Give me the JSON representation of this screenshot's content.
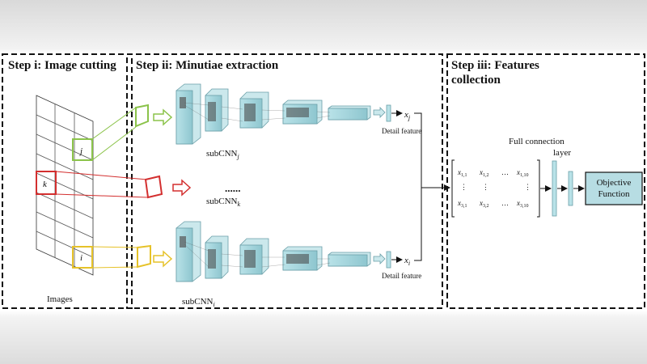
{
  "steps": [
    {
      "title": "Step i: Image cutting"
    },
    {
      "title": "Step ii: Minutiae extraction"
    },
    {
      "title_line1": "Step iii: Features",
      "title_line2": "collection"
    }
  ],
  "image_grid": {
    "label": "Images",
    "patches": [
      {
        "letter": "j",
        "color": "#8bc34a"
      },
      {
        "letter": "k",
        "color": "#d32f2f"
      },
      {
        "letter": "i",
        "color": "#e6c229"
      }
    ]
  },
  "subcnns": [
    {
      "name": "subCNN",
      "sub": "j",
      "feature_var": "x",
      "feature_sub": "j",
      "feature_label": "Detail feature"
    },
    {
      "name": "subCNN",
      "sub": "k",
      "ellipsis": "......"
    },
    {
      "name": "subCNN",
      "sub": "i",
      "feature_var": "x",
      "feature_sub": "i",
      "feature_label": "Detail feature"
    }
  ],
  "matrix": {
    "row1": [
      "x",
      "1,1",
      "x",
      "1,2",
      "…",
      "x",
      "1,10"
    ],
    "row3": [
      "x",
      "3,1",
      "x",
      "3,2",
      "…",
      "x",
      "3,10"
    ],
    "vdots": "⋮"
  },
  "full_connection": {
    "line1": "Full connection",
    "line2": "layer"
  },
  "objective": {
    "line1": "Objective",
    "line2": "Function",
    "fill": "#b7dde3"
  },
  "colors": {
    "layer_fill": "#a9d7df",
    "layer_stroke": "#6a9fa8",
    "arrow": "#111111"
  }
}
